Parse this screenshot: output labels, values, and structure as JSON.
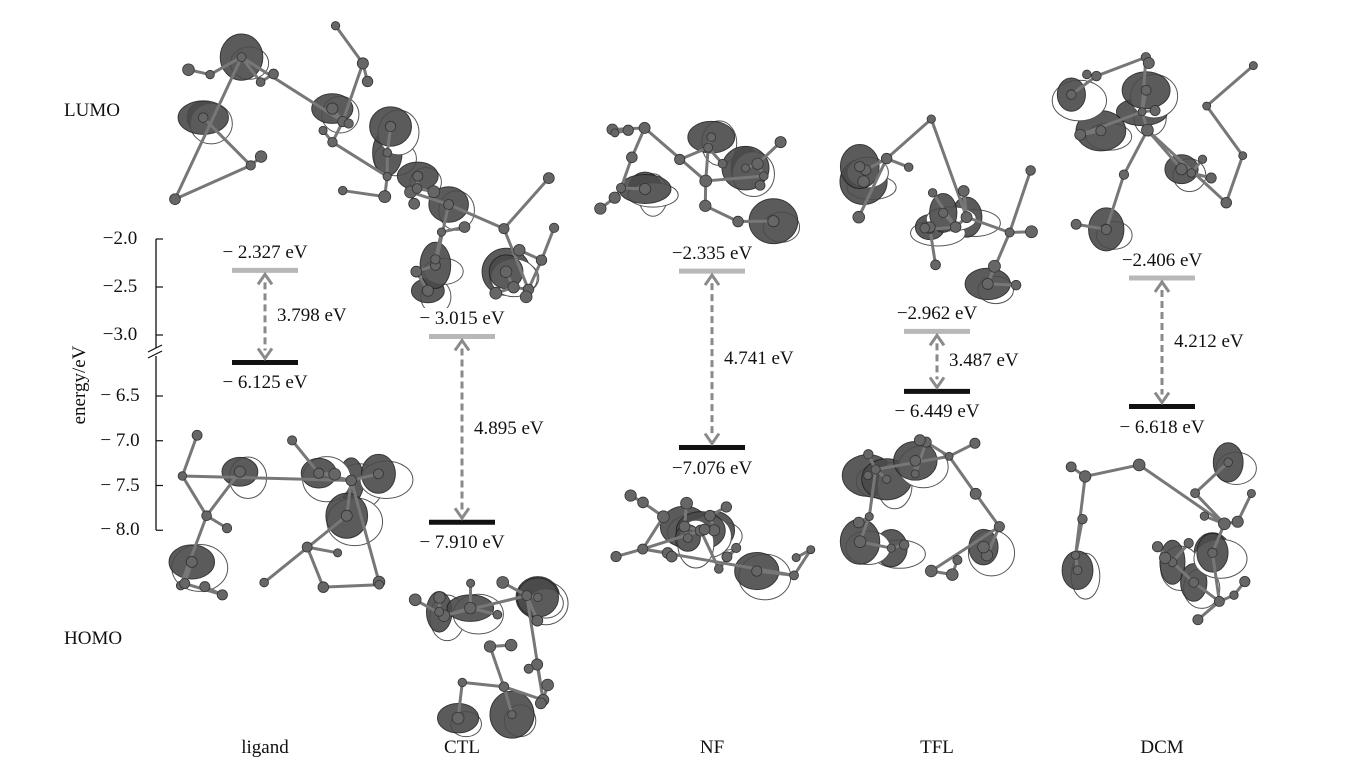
{
  "axis": {
    "label": "energy/eV",
    "upper_ticks": [
      "−2.0",
      "−2.5",
      "−3.0"
    ],
    "upper_tick_values": [
      -2.0,
      -2.5,
      -3.0
    ],
    "lower_ticks": [
      "− 6.5",
      "− 7.0",
      "− 7.5",
      "− 8.0"
    ],
    "lower_tick_values": [
      -6.5,
      -7.0,
      -7.5,
      -8.0
    ],
    "axis_break": true
  },
  "row_labels": {
    "lumo": "LUMO",
    "homo": "HOMO"
  },
  "colors": {
    "lumo_bar": "#b8b8b8",
    "homo_bar": "#111111",
    "arrow": "#8a8a8a",
    "lobe_dark": "#4a4a4a"
  },
  "molecules": [
    {
      "name": "ligand",
      "lumo": -2.327,
      "homo": -6.125,
      "lumo_label": "− 2.327 eV",
      "homo_label": "− 6.125 eV",
      "gap_label": "3.798 eV"
    },
    {
      "name": "CTL",
      "lumo": -3.015,
      "homo": -7.91,
      "lumo_label": "− 3.015 eV",
      "homo_label": "− 7.910 eV",
      "gap_label": "4.895 eV"
    },
    {
      "name": "NF",
      "lumo": -2.335,
      "homo": -7.076,
      "lumo_label": "−2.335 eV",
      "homo_label": "−7.076 eV",
      "gap_label": "4.741 eV"
    },
    {
      "name": "TFL",
      "lumo": -2.962,
      "homo": -6.449,
      "lumo_label": "−2.962 eV",
      "homo_label": "− 6.449 eV",
      "gap_label": "3.487 eV"
    },
    {
      "name": "DCM",
      "lumo": -2.406,
      "homo": -6.618,
      "lumo_label": "−2.406 eV",
      "homo_label": "− 6.618 eV",
      "gap_label": "4.212 eV"
    }
  ]
}
